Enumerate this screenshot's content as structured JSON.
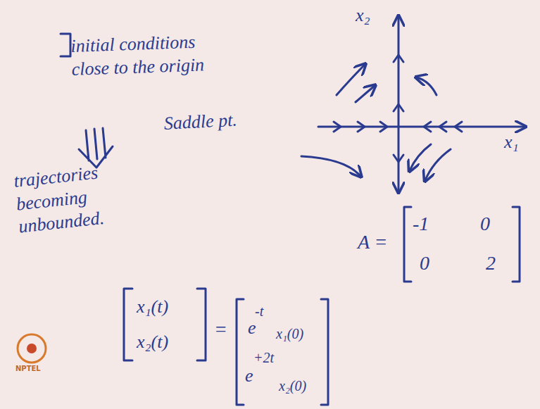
{
  "diagram": {
    "labels": [
      "initial conditions close to the origin",
      "Saddle pt.",
      "trajectories becoming unbounded.",
      "x₂",
      "x₁",
      "A =",
      "-1",
      "0",
      "0",
      "2",
      "x₁(t)",
      "x₂(t)",
      "=",
      "e",
      "-t",
      "x₁(0)",
      "e",
      "+2t",
      "x₂(0)",
      "NPTEL"
    ]
  }
}
